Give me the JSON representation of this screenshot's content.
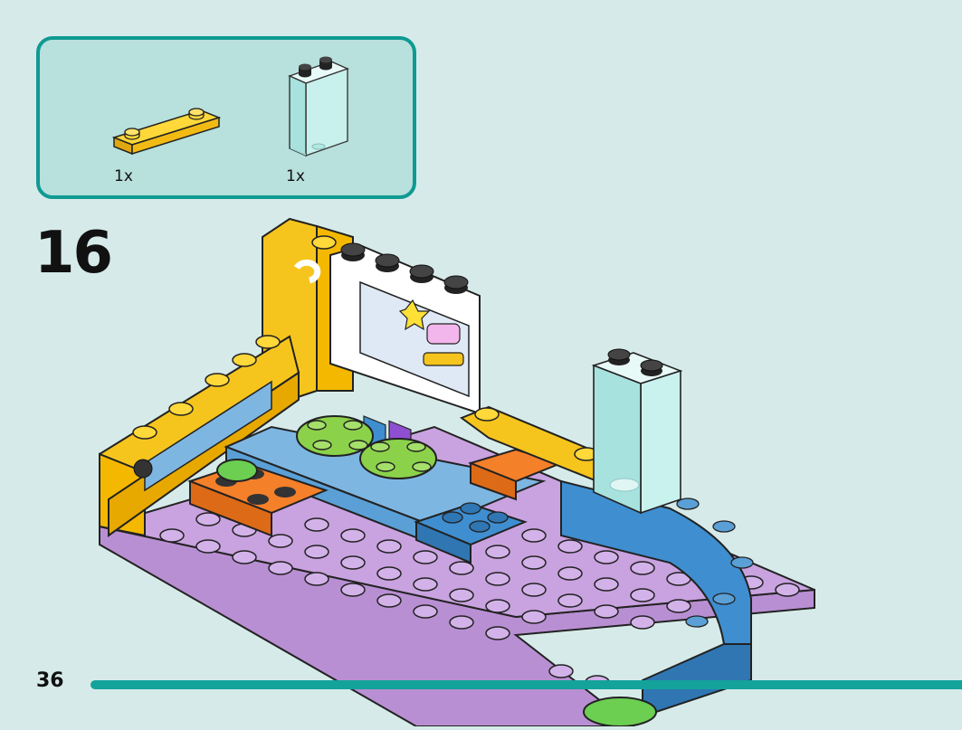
{
  "parts_list": {
    "items": [
      {
        "icon": "yellow-plate-1x4-icon",
        "quantity": "1x"
      },
      {
        "icon": "transparent-panel-icon",
        "quantity": "1x"
      }
    ]
  },
  "step": {
    "number": "16"
  },
  "page": {
    "number": "36"
  },
  "colors": {
    "accent": "#13a39b",
    "background": "#d6ebe9",
    "parts_box": "#b8e0dd",
    "yellow": "#f6c51d",
    "lavender": "#c9a2e0",
    "blue": "#3f8ed0",
    "orange": "#f5802a",
    "lime": "#8bd24a"
  }
}
